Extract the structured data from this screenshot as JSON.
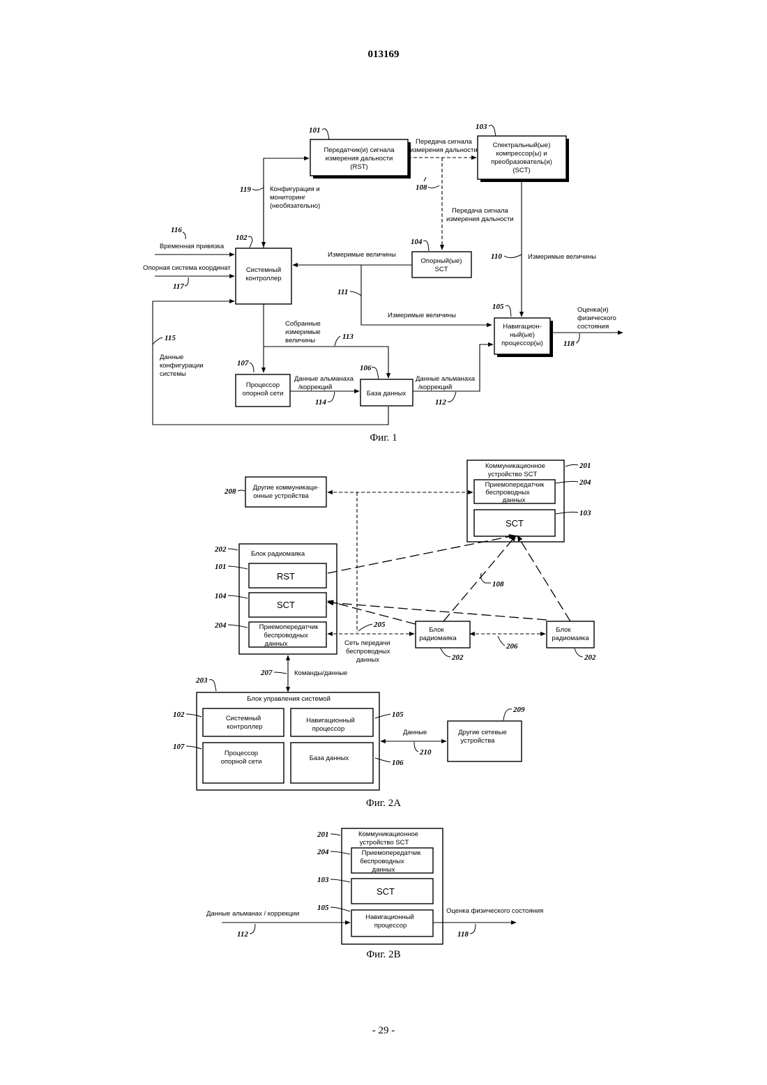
{
  "page": {
    "header": "013169",
    "footer": "- 29 -"
  },
  "fig1": {
    "caption": "Фиг. 1",
    "blocks": {
      "rst": [
        "Передатчик(и) сигнала",
        "измерения дальности",
        "(RST)"
      ],
      "sct": [
        "Спектральный(ые)",
        "компрессор(ы) и",
        "преобразователь(и)",
        "(SCT)"
      ],
      "ref_sct": [
        "Опорный(ые)",
        "SCT"
      ],
      "controller": [
        "Системный",
        "контроллер"
      ],
      "nav": [
        "Навигацион-",
        "ный(ые)",
        "процессор(ы)"
      ],
      "ref_net": [
        "Процессор",
        "опорной сети"
      ],
      "db": [
        "База данных"
      ]
    },
    "labels": {
      "ranging_top": [
        "Передача сигнала",
        "измерения дальности"
      ],
      "ranging_mid": [
        "Передача сигнала",
        "измерения дальности"
      ],
      "config_mon": [
        "Конфигурация и",
        "мониторинг",
        "(необязательно)"
      ],
      "time_ref": "Временная привязка",
      "coord_ref": "Опорная система координат",
      "meas_controller": "Измеримые величины",
      "meas_sct": "Измеримые величины",
      "meas_nav": "Измеримые величины",
      "collected": [
        "Собранные",
        "измеримые",
        "величины"
      ],
      "sys_config": [
        "Данные",
        "конфигурации",
        "системы"
      ],
      "almanac_left": [
        "Данные альманаха",
        "/коррекций"
      ],
      "almanac_right": [
        "Данные альманаха",
        "/коррекций"
      ],
      "state_est": [
        "Оценка(и)",
        "физического",
        "состояния"
      ]
    },
    "refs": {
      "r101": "101",
      "r103": "103",
      "r108": "108",
      "r119": "119",
      "r116": "116",
      "r102": "102",
      "r104": "104",
      "r110": "110",
      "r117": "117",
      "r111": "111",
      "r105": "105",
      "r115": "115",
      "r113": "113",
      "r118": "118",
      "r107": "107",
      "r106": "106",
      "r114": "114",
      "r112": "112"
    }
  },
  "fig2a": {
    "caption": "Фиг. 2А",
    "blocks": {
      "sct_comm": [
        "Коммуникационное",
        "устройство SCT"
      ],
      "transceiver_top": [
        "Приемопередатчик",
        "беспроводных",
        "данных"
      ],
      "sct_top": "SCT",
      "other_comm": [
        "Другие коммуникаци-",
        "онные устройства"
      ],
      "beacon": "Блок радиомаяка",
      "rst": "RST",
      "sct_beacon": "SCT",
      "transceiver_beacon": [
        "Приемопередатчик",
        "беспроводных",
        "данных"
      ],
      "beacon_mid": [
        "Блок",
        "радиомаяка"
      ],
      "beacon_right": [
        "Блок",
        "радиомаяка"
      ],
      "sys_mgmt": "Блок управления системой",
      "sys_controller": [
        "Системный",
        "контроллер"
      ],
      "nav_proc": [
        "Навигационный",
        "процессор"
      ],
      "ref_net": [
        "Процессор",
        "опорной сети"
      ],
      "db": "База данных",
      "other_net": [
        "Другие сетевые",
        "устройства"
      ]
    },
    "labels": {
      "wireless_net": [
        "Сеть передачи",
        "беспроводных",
        "данных"
      ],
      "cmd_data": "Команды/данные",
      "data": "Данные"
    },
    "refs": {
      "r201": "201",
      "r204a": "204",
      "r208": "208",
      "r103": "103",
      "r202": "202",
      "r101": "101",
      "r104": "104",
      "r108": "108",
      "r204b": "204",
      "r205": "205",
      "r202b": "202",
      "r206": "206",
      "r202c": "202",
      "r203": "203",
      "r207": "207",
      "r102": "102",
      "r105": "105",
      "r209": "209",
      "r107": "107",
      "r210": "210",
      "r106": "106"
    }
  },
  "fig2b": {
    "caption": "Фиг. 2В",
    "blocks": {
      "sct_comm": [
        "Коммуникационное",
        "устройство SCT"
      ],
      "transceiver": [
        "Приемопередатчик",
        "беспроводных",
        "данных"
      ],
      "sct": "SCT",
      "nav_proc": [
        "Навигационный",
        "процессор"
      ]
    },
    "labels": {
      "almanac": "Данные альманах / коррекции",
      "state_est": "Оценка физического состояния"
    },
    "refs": {
      "r201": "201",
      "r204": "204",
      "r103": "103",
      "r105": "105",
      "r112": "112",
      "r118": "118"
    }
  }
}
